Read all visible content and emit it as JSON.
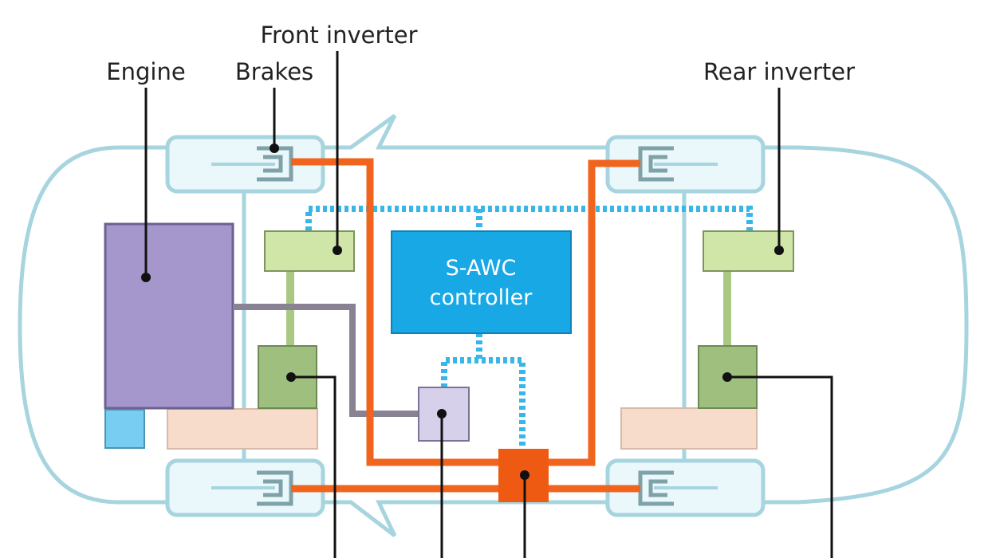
{
  "labels": {
    "front_inverter": "Front inverter",
    "engine": "Engine",
    "brakes": "Brakes",
    "rear_inverter": "Rear inverter"
  },
  "controller": {
    "line1": "S-AWC",
    "line2": "controller"
  },
  "colors": {
    "body_outline": "#a6d4df",
    "wheel_fill": "#eaf8fb",
    "engine": "#a597cc",
    "inverter": "#cfe6a8",
    "motor": "#9fbf7f",
    "controller": "#18a8e6",
    "brake_line": "#f0641e",
    "brake_unit": "#ee5a12",
    "signal": "#38b6ea",
    "drive": "#888293",
    "battery": "#f8dccb"
  }
}
